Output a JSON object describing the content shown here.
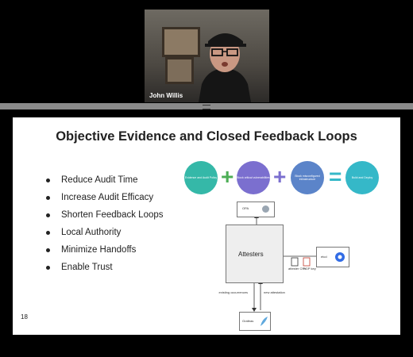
{
  "participant": {
    "name": "John Willis"
  },
  "slide": {
    "title": "Objective Evidence and Closed Feedback Loops",
    "page_number": "18",
    "bullets": [
      "Reduce Audit Time",
      "Increase Audit Efficacy",
      "Shorten Feedback Loops",
      "Local Authority",
      "Minimize Handoffs",
      "Enable Trust"
    ],
    "equation": {
      "c1": "Evidence and Audit Policy",
      "c2": "Block critical vulnerabilities",
      "c3": "Block misconfigured infrastructure",
      "c4": "Build and Deploy",
      "plus": "+",
      "equals": "="
    },
    "diagram": {
      "opa": "OPA",
      "attesters": "Attesters",
      "etcd": "etcd",
      "grafeas": "Grafeas",
      "attester_crs": "attester CRs",
      "pgp_key": "PGP key",
      "existing_occurrences": "existing occurrences",
      "new_attestation": "new attestation"
    }
  },
  "colors": {
    "circle1": "#35b8a8",
    "circle2": "#7b6fcf",
    "circle3": "#5b84c9",
    "circle4": "#35b8c8",
    "plus1": "#4cae55",
    "plus2": "#7b6fcf",
    "equals": "#35b8c8"
  }
}
